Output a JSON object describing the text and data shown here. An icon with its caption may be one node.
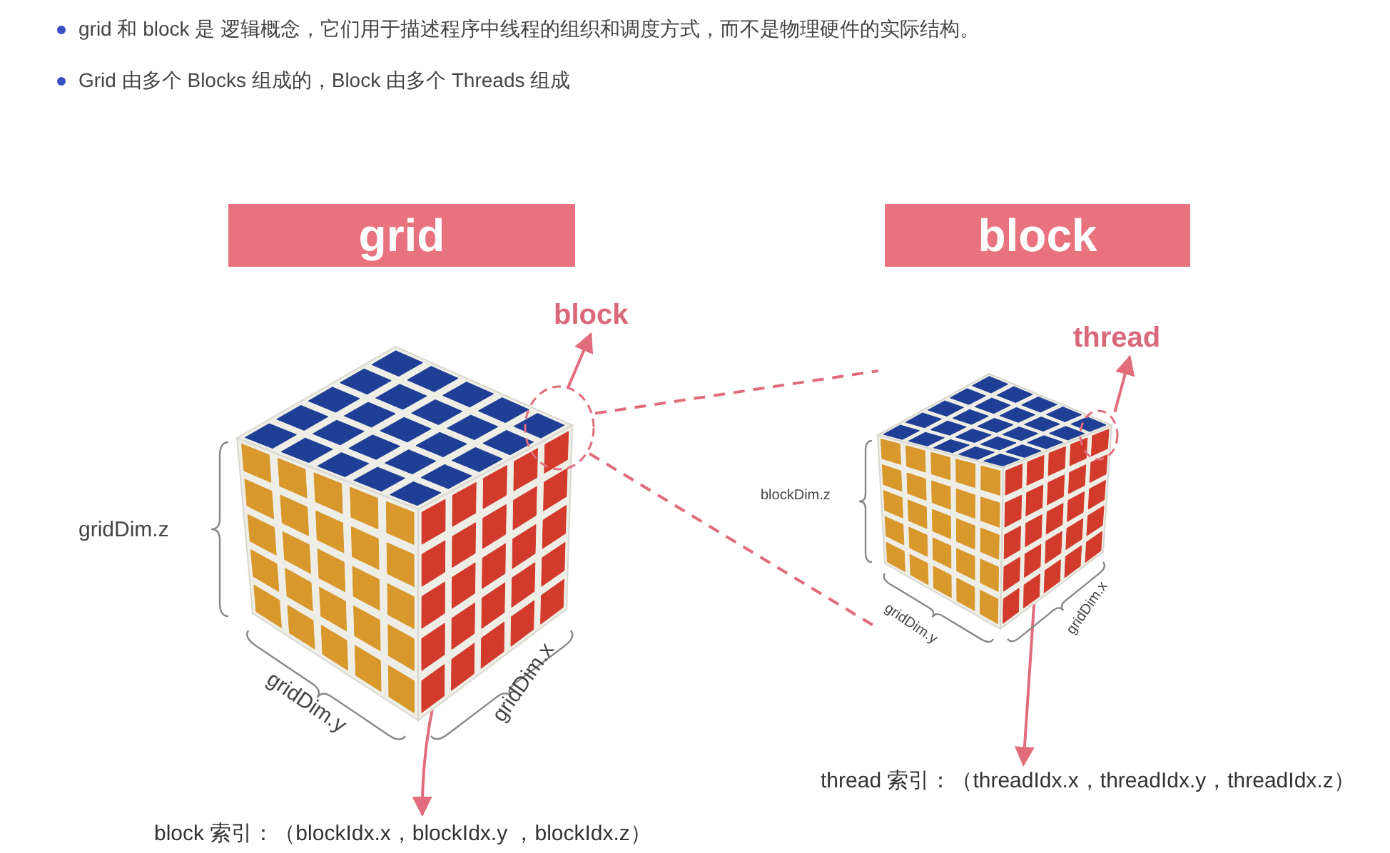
{
  "diagram": {
    "nodes": [
      {
        "text": [
          "grid"
        ]
      },
      {
        "text": [
          "block"
        ]
      },
      {
        "text": [],
        "shape": "picture"
      },
      {
        "text": [],
        "shape": "picture"
      },
      {
        "text": [
          "block"
        ]
      },
      {
        "text": [],
        "shape": "circle"
      },
      {
        "text": [
          "thread"
        ]
      },
      {
        "text": [],
        "shape": "circle"
      },
      {
        "text": [
          "block 索引：（blockIdx.x，blockIdx.y ，blockIdx.z）"
        ]
      },
      {
        "text": [
          "thread 索引：（threadIdx.x，threadIdx.y，threadIdx.z）"
        ]
      }
    ],
    "edges": [
      {
        "from": 5,
        "to": 4,
        "arrow": "to"
      },
      {
        "from": 5,
        "to": 3,
        "arrow": "none",
        "style": "dashed"
      },
      {
        "from": 5,
        "to": 3,
        "arrow": "none",
        "style": "dashed"
      },
      {
        "from": 7,
        "to": 6,
        "arrow": "to"
      },
      {
        "from": 2,
        "to": 8,
        "arrow": "to"
      },
      {
        "from": 3,
        "to": 9,
        "arrow": "to"
      }
    ],
    "labels": [
      "grid 和 block 是 逻辑概念，它们用于描述程序中线程的组织和调度方式，而不是物理硬件的实际结构。",
      "Grid 由多个 Blocks 组成的，Block 由多个 Threads 组成",
      "gridDim.z",
      "gridDim.y",
      "gridDim.x",
      "blockDim.z",
      "gridDim.y",
      "gridDim.x"
    ]
  }
}
